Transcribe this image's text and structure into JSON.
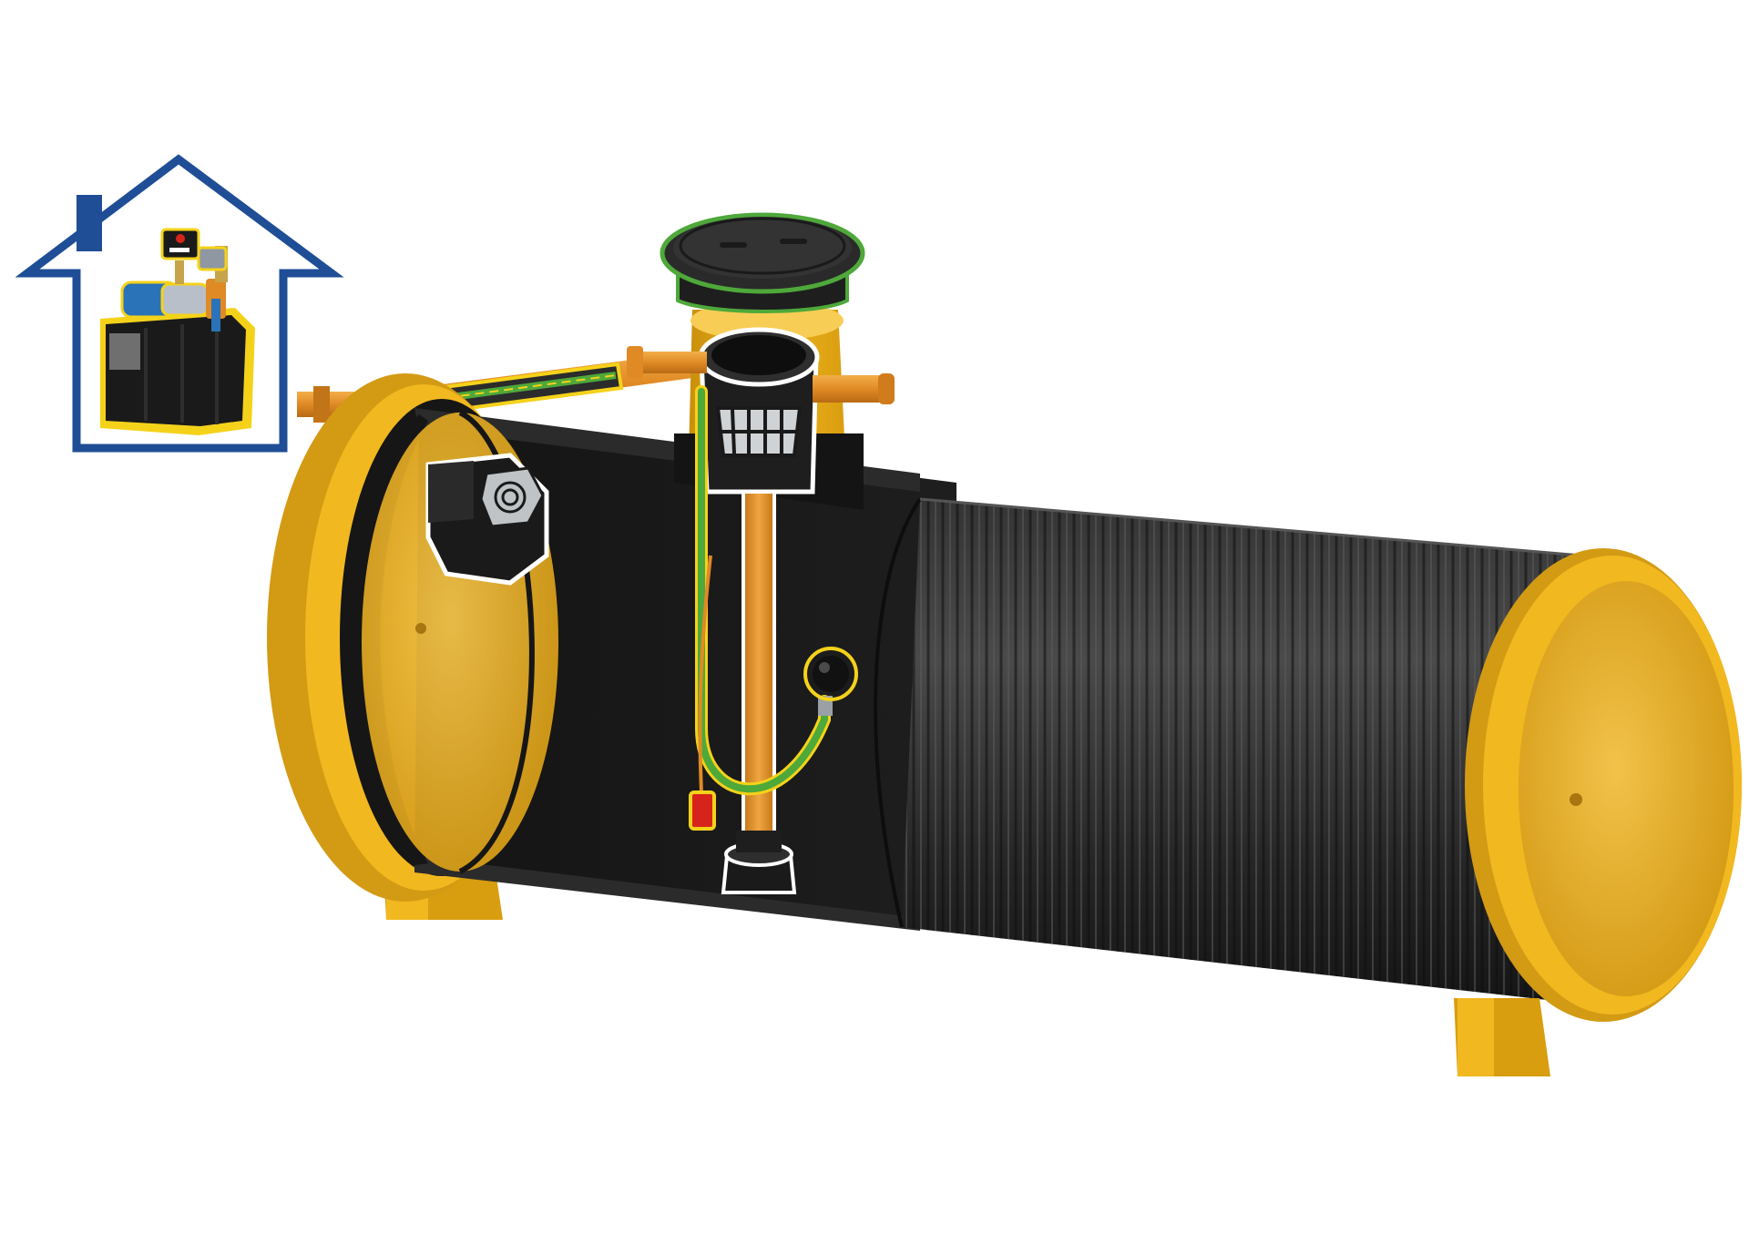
{
  "colors": {
    "background": "#ffffff",
    "house_outline": "#1f4e96",
    "tank_yellow": "#f2b81f",
    "tank_yellow_dark": "#c98f0c",
    "tank_yellow_light": "#f7cd55",
    "tank_black": "#1b1b1b",
    "tank_black_light": "#3a3a3a",
    "pipe_orange": "#e8962e",
    "pipe_orange_dark": "#b86a14",
    "highlight_green": "#4ea83a",
    "highlight_yellow": "#f5d21a",
    "highlight_white": "#ffffff",
    "float_red": "#d6241c",
    "pump_blue": "#2a73b8"
  },
  "components": [
    {
      "name": "house-outline",
      "icon": "house-icon"
    },
    {
      "name": "booster-pump-unit",
      "icon": "pump-icon"
    },
    {
      "name": "header-tank",
      "icon": "tank-icon"
    },
    {
      "name": "horizontal-underground-tank",
      "icon": "cylinder-tank-icon"
    },
    {
      "name": "manhole-cover",
      "icon": "lid-icon"
    },
    {
      "name": "inlet-filter",
      "icon": "filter-basket-icon"
    },
    {
      "name": "calmed-inlet",
      "icon": "inlet-icon"
    },
    {
      "name": "overflow-siphon",
      "icon": "siphon-icon"
    },
    {
      "name": "floating-suction",
      "icon": "float-ball-icon"
    },
    {
      "name": "level-float-switch",
      "icon": "float-switch-icon"
    },
    {
      "name": "supply-pipe",
      "icon": "pipe-icon"
    }
  ]
}
